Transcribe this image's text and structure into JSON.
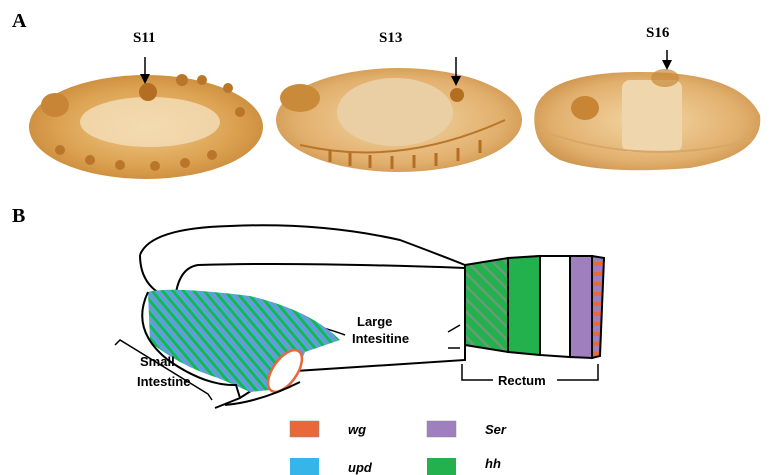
{
  "panel_a": {
    "letter": "A",
    "embryos": [
      {
        "stage": "S11"
      },
      {
        "stage": "S13"
      },
      {
        "stage": "S16"
      }
    ]
  },
  "panel_b": {
    "letter": "B",
    "regions": {
      "small_intestine": "Small Intestine",
      "large_intestine": "Large Intesitine",
      "rectum": "Rectum"
    },
    "legend": [
      {
        "gene": "wg",
        "color": "#e8683a"
      },
      {
        "gene": "Ser",
        "color": "#a07fbf"
      },
      {
        "gene": "upd",
        "color": "#35b5e8"
      },
      {
        "gene": "hh",
        "color": "#22b14c"
      }
    ]
  }
}
